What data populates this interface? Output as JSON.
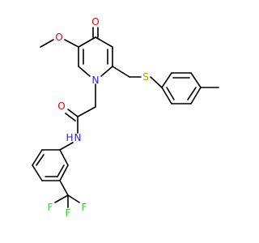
{
  "atoms": {
    "o_ketone": {
      "text": "O",
      "color": "#e8000b"
    },
    "o_methoxy": {
      "text": "O",
      "color": "#e8000b"
    },
    "n_ring": {
      "text": "N",
      "color": "#1f1fff"
    },
    "s_thio": {
      "text": "S",
      "color": "#b8a000"
    },
    "o_amide": {
      "text": "O",
      "color": "#e8000b"
    },
    "n_amide": {
      "text": "N",
      "color": "#1f1fff"
    },
    "h_amide": {
      "text": "H",
      "color": "#1f1fff"
    },
    "f1": {
      "text": "F",
      "color": "#33cc33"
    },
    "f2": {
      "text": "F",
      "color": "#33cc33"
    },
    "f3": {
      "text": "F",
      "color": "#33cc33"
    }
  }
}
